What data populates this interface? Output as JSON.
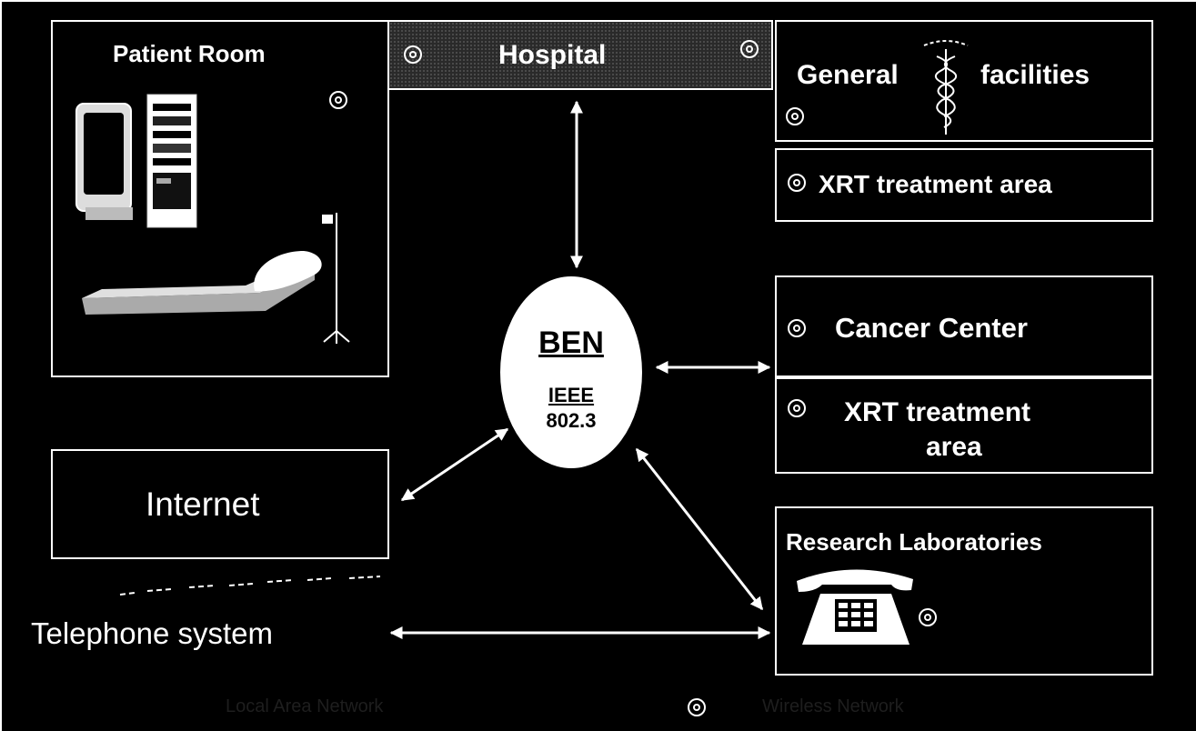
{
  "diagram": {
    "patient_room": {
      "title": "Patient Room"
    },
    "hospital": {
      "title": "Hospital"
    },
    "general_facilities": {
      "title_left": "General",
      "title_right": "facilities"
    },
    "xrt_area_1": {
      "label": "XRT treatment area"
    },
    "cancer_center": {
      "title": "Cancer Center"
    },
    "xrt_area_2": {
      "line1": "XRT treatment",
      "line2": "area"
    },
    "ben": {
      "title": "BEN",
      "line1": "IEEE",
      "line2": "802.3"
    },
    "internet": {
      "label": "Internet"
    },
    "telephone": {
      "label": "Telephone system"
    },
    "research": {
      "title": "Research Laboratories"
    },
    "legend": {
      "left": "Local Area Network",
      "right": "Wireless Network"
    }
  },
  "colors": {
    "background": "#000000",
    "foreground": "#ffffff",
    "ben_fill": "#ffffff"
  },
  "icons": [
    "wireless-node-icon",
    "caduceus-icon",
    "computer-icon",
    "server-rack-icon",
    "hospital-bed-icon",
    "iv-stand-icon",
    "telephone-icon"
  ]
}
